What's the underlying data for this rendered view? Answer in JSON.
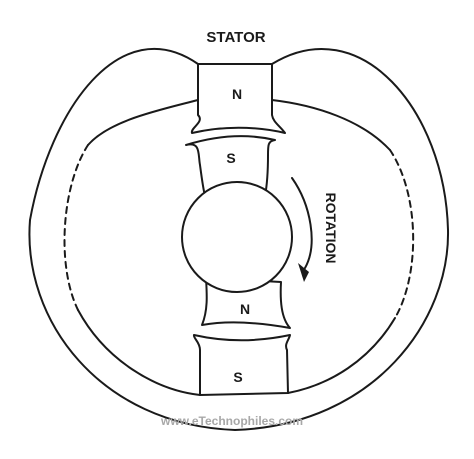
{
  "labels": {
    "stator": "STATOR",
    "stator_pole_top": "N",
    "stator_pole_bottom": "S",
    "rotor_pole_top": "S",
    "rotor_pole_bottom": "N",
    "rotation": "ROTATION"
  },
  "watermark": "www.eTechnophiles.com",
  "colors": {
    "line": "#1a1a1a",
    "watermark": "#a8a8a8",
    "background": "#ffffff"
  }
}
